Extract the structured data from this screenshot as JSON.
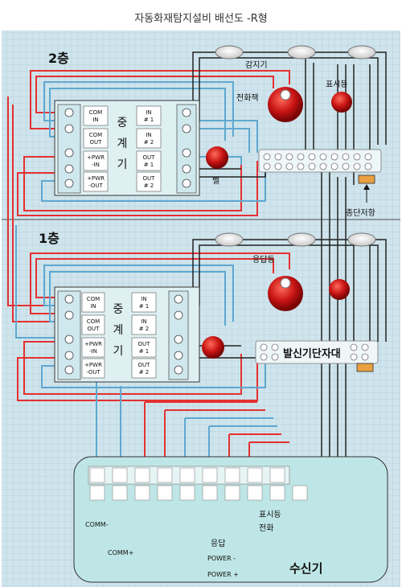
{
  "title": "자동화재탐지설비 배선도 -R형",
  "floors": {
    "second": "2층",
    "first": "1층"
  },
  "relay": {
    "name_chars": [
      "중",
      "계",
      "기"
    ],
    "left_terms": [
      "COM\nIN",
      "COM\nOUT",
      "+PWR\n-IN",
      "+PWR\n-OUT"
    ],
    "right_terms": [
      "IN\n# 1",
      "IN\n# 2",
      "OUT\n# 1",
      "OUT\n# 2"
    ]
  },
  "labels": {
    "detector": "감지기",
    "phone_jack": "전화잭",
    "indicator": "표시등",
    "bell": "벨",
    "end_resistor": "종단저항",
    "response_lamp": "응답등",
    "transmitter_box": "발신기단자대",
    "receiver": "수신기",
    "indicator_lamp": "표시등",
    "phone": "전화",
    "response": "응답",
    "power_minus": "POWER -",
    "power_plus": "POWER +",
    "comm_minus": "COMM-",
    "comm_plus": "COMM+"
  },
  "colors": {
    "panel_bg": "#cfe4ec",
    "grid": "#9fc3d2",
    "red_wire": "#e53030",
    "blue_wire": "#5fa8d0",
    "black_wire": "#222222",
    "bell_red": "#c81414",
    "receiver_bg": "#bfe6e6"
  }
}
